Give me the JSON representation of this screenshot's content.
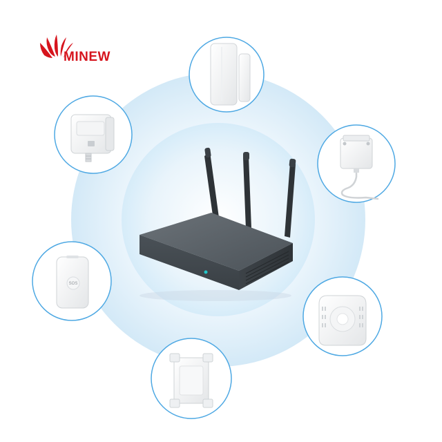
{
  "brand": {
    "name": "MINEW",
    "color": "#d6141d"
  },
  "center_device": {
    "type": "gateway-router",
    "antenna_count": 3,
    "led_color": "#21c6c9"
  },
  "satellite_devices": [
    {
      "position": "top",
      "type": "door-window-sensor"
    },
    {
      "position": "upper-left",
      "type": "wall-mount-sensor"
    },
    {
      "position": "upper-right",
      "type": "outdoor-sensor-with-cable"
    },
    {
      "position": "middle-left",
      "type": "sos-button",
      "label": "SOS"
    },
    {
      "position": "lower-right",
      "type": "ceiling-sensor"
    },
    {
      "position": "bottom",
      "type": "enclosure-sensor"
    }
  ],
  "colors": {
    "circle_outline": "#4da8e3",
    "glow_center": "#ffffff",
    "glow_edge": "#d5ebf8",
    "device_body": "#4a5259"
  }
}
